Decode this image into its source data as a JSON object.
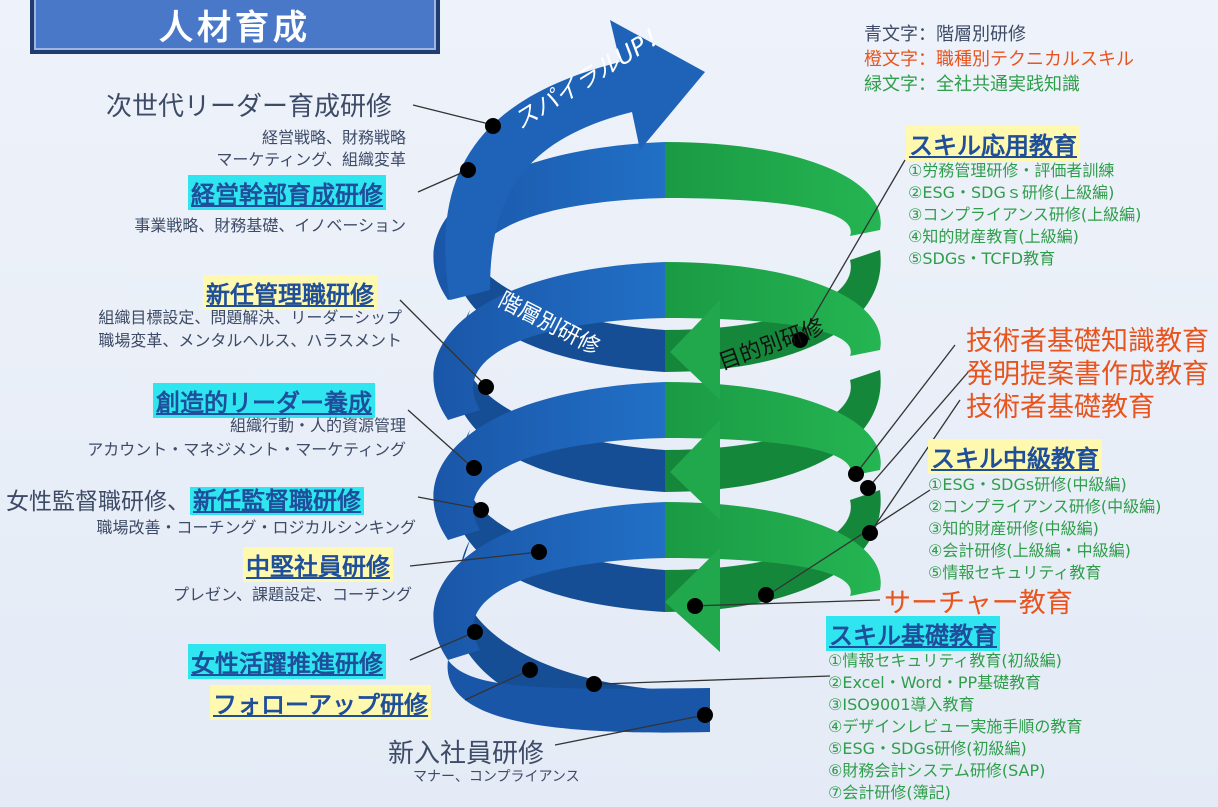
{
  "title": "人材育成",
  "legend": [
    {
      "text": "青文字：階層別研修",
      "color": "#3d4b66"
    },
    {
      "text": "橙文字：職種別テクニカルスキル",
      "color": "#e8541e"
    },
    {
      "text": "緑文字：全社共通実践知識",
      "color": "#2f9e4a"
    }
  ],
  "arrow_labels": {
    "spiral": "スパイラルUP！",
    "hierarchy": "階層別研修",
    "purpose": "目的別研修"
  },
  "left": {
    "next_leader": {
      "title": "次世代リーダー育成研修",
      "sub1": "経営戦略、財務戦略",
      "sub2": "マーケティング、組織変革"
    },
    "exec": {
      "title": "経営幹部育成研修",
      "sub1": "事業戦略、財務基礎、イノベーション"
    },
    "new_manager": {
      "title": "新任管理職研修",
      "sub1": "組織目標設定、問題解決、リーダーシップ",
      "sub2": "職場変革、メンタルヘルス、ハラスメント"
    },
    "creative_leader": {
      "title": "創造的リーダー養成",
      "sub1": "組織行動・人的資源管理",
      "sub2": "アカウント・マネジメント・マーケティング"
    },
    "supervisor": {
      "prefix": "女性監督職研修、",
      "title": "新任監督職研修",
      "sub1": "職場改善・コーチング・ロジカルシンキング"
    },
    "mid": {
      "title": "中堅社員研修",
      "sub1": "プレゼン、課題設定、コーチング"
    },
    "women": {
      "title": "女性活躍推進研修"
    },
    "followup": {
      "title": "フォローアップ研修"
    },
    "newcomer": {
      "title": "新入社員研修",
      "sub1": "マナー、コンプライアンス"
    }
  },
  "right": {
    "applied": {
      "title": "スキル応用教育",
      "items": [
        "①労務管理研修・評価者訓練",
        "②ESG・SDGｓ研修(上級編)",
        "③コンプライアンス研修(上級編)",
        "④知的財産教育(上級編)",
        "⑤SDGs・TCFD教育"
      ]
    },
    "orange_items": [
      "技術者基礎知識教育",
      "発明提案書作成教育",
      "技術者基礎教育"
    ],
    "intermediate": {
      "title": "スキル中級教育",
      "items": [
        "①ESG・SDGs研修(中級編)",
        "②コンプライアンス研修(中級編)",
        "③知的財産研修(中級編)",
        "④会計研修(上級編・中級編)",
        "⑤情報セキュリティ教育"
      ]
    },
    "researcher": "サーチャー教育",
    "basic": {
      "title": "スキル基礎教育",
      "items": [
        "①情報セキュリティ教育(初級編)",
        "②Excel・Word・PP基礎教育",
        "③ISO9001導入教育",
        "④デザインレビュー実施手順の教育",
        "⑤ESG・SDGs研修(初級編)",
        "⑥財務会計システム研修(SAP)",
        "⑦会計研修(簿記)"
      ]
    }
  },
  "colors": {
    "blue": "#1e63b8",
    "blue_dark": "#174f96",
    "green": "#1fa84a",
    "green_dark": "#178a3b",
    "accent_orange": "#e8541e"
  }
}
